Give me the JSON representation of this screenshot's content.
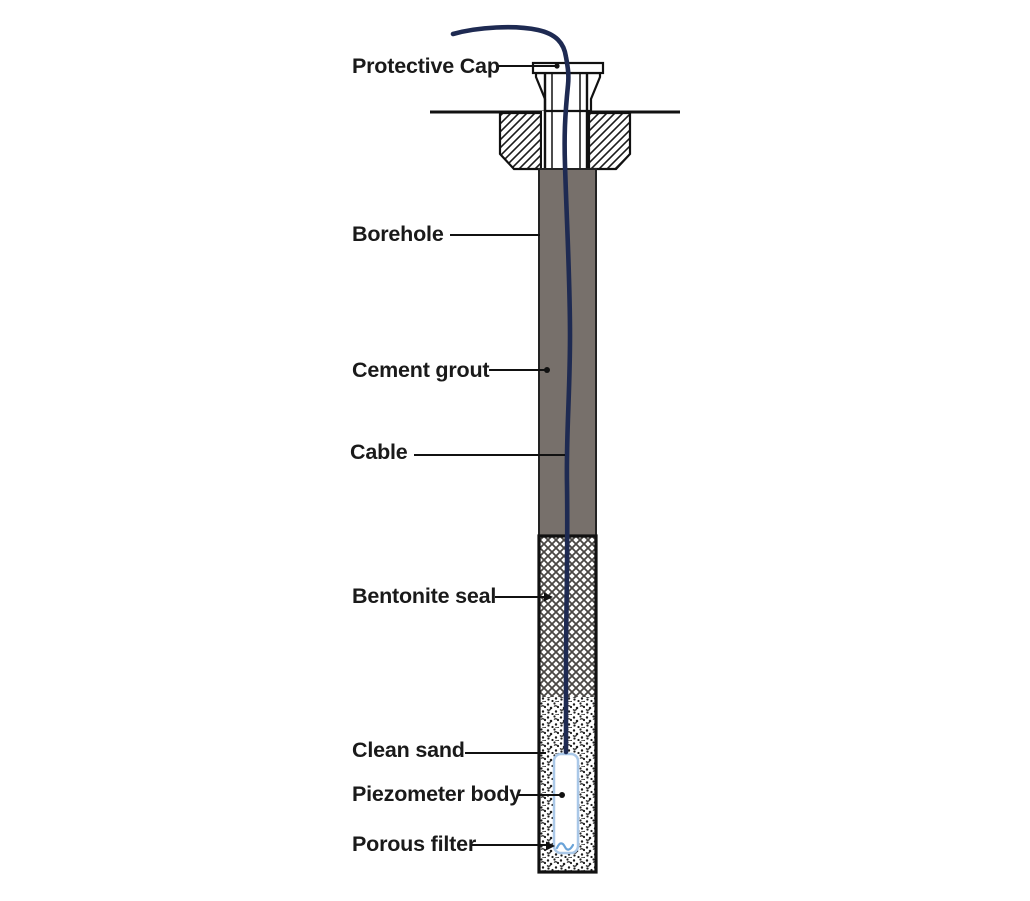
{
  "diagram": {
    "labels": {
      "protective_cap": "Protective Cap",
      "borehole": "Borehole",
      "cement_grout": "Cement grout",
      "cable": "Cable",
      "bentonite_seal": "Bentonite seal",
      "clean_sand": "Clean sand",
      "piezometer_body": "Piezometer body",
      "porous_filter": "Porous filter"
    },
    "colors": {
      "cement_grout": "#77706B",
      "cable": "#1E2A52",
      "outline": "#111111",
      "piezometer_outline": "#AAC8E8",
      "porous_filter_wave": "#6AA3D8",
      "background": "#FFFFFF"
    }
  }
}
